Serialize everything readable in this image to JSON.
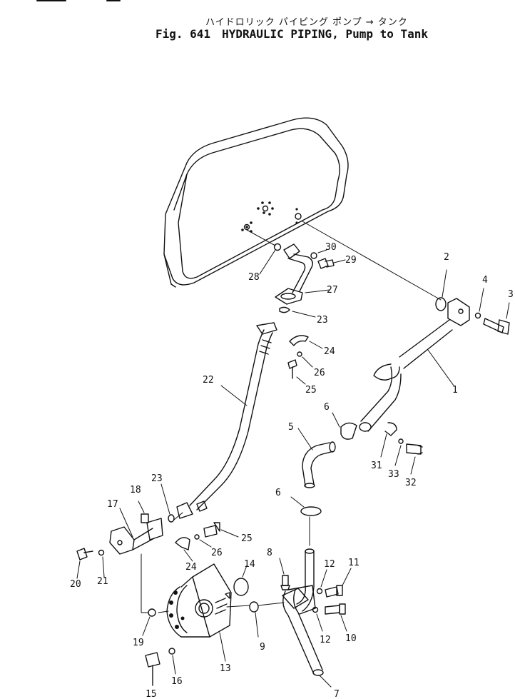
{
  "header": {
    "japanese_title": "ハイドロリック パイピング ポンプ → タンク",
    "fig_number": "Fig. 641",
    "fig_title": "HYDRAULIC PIPING, Pump to Tank"
  },
  "callouts": [
    {
      "id": "c1",
      "label": "1"
    },
    {
      "id": "c2",
      "label": "2"
    },
    {
      "id": "c3",
      "label": "3"
    },
    {
      "id": "c4",
      "label": "4"
    },
    {
      "id": "c5",
      "label": "5"
    },
    {
      "id": "c6a",
      "label": "6"
    },
    {
      "id": "c6b",
      "label": "6"
    },
    {
      "id": "c7",
      "label": "7"
    },
    {
      "id": "c8",
      "label": "8"
    },
    {
      "id": "c9",
      "label": "9"
    },
    {
      "id": "c10",
      "label": "10"
    },
    {
      "id": "c11",
      "label": "11"
    },
    {
      "id": "c12a",
      "label": "12"
    },
    {
      "id": "c12b",
      "label": "12"
    },
    {
      "id": "c13",
      "label": "13"
    },
    {
      "id": "c14",
      "label": "14"
    },
    {
      "id": "c15",
      "label": "15"
    },
    {
      "id": "c16",
      "label": "16"
    },
    {
      "id": "c17",
      "label": "17"
    },
    {
      "id": "c18",
      "label": "18"
    },
    {
      "id": "c19",
      "label": "19"
    },
    {
      "id": "c20",
      "label": "20"
    },
    {
      "id": "c21",
      "label": "21"
    },
    {
      "id": "c22",
      "label": "22"
    },
    {
      "id": "c23a",
      "label": "23"
    },
    {
      "id": "c23b",
      "label": "23"
    },
    {
      "id": "c24a",
      "label": "24"
    },
    {
      "id": "c24b",
      "label": "24"
    },
    {
      "id": "c25a",
      "label": "25"
    },
    {
      "id": "c25b",
      "label": "25"
    },
    {
      "id": "c26a",
      "label": "26"
    },
    {
      "id": "c26b",
      "label": "26"
    },
    {
      "id": "c27",
      "label": "27"
    },
    {
      "id": "c28",
      "label": "28"
    },
    {
      "id": "c29",
      "label": "29"
    },
    {
      "id": "c30",
      "label": "30"
    },
    {
      "id": "c31",
      "label": "31"
    },
    {
      "id": "c32",
      "label": "32"
    },
    {
      "id": "c33",
      "label": "33"
    }
  ]
}
